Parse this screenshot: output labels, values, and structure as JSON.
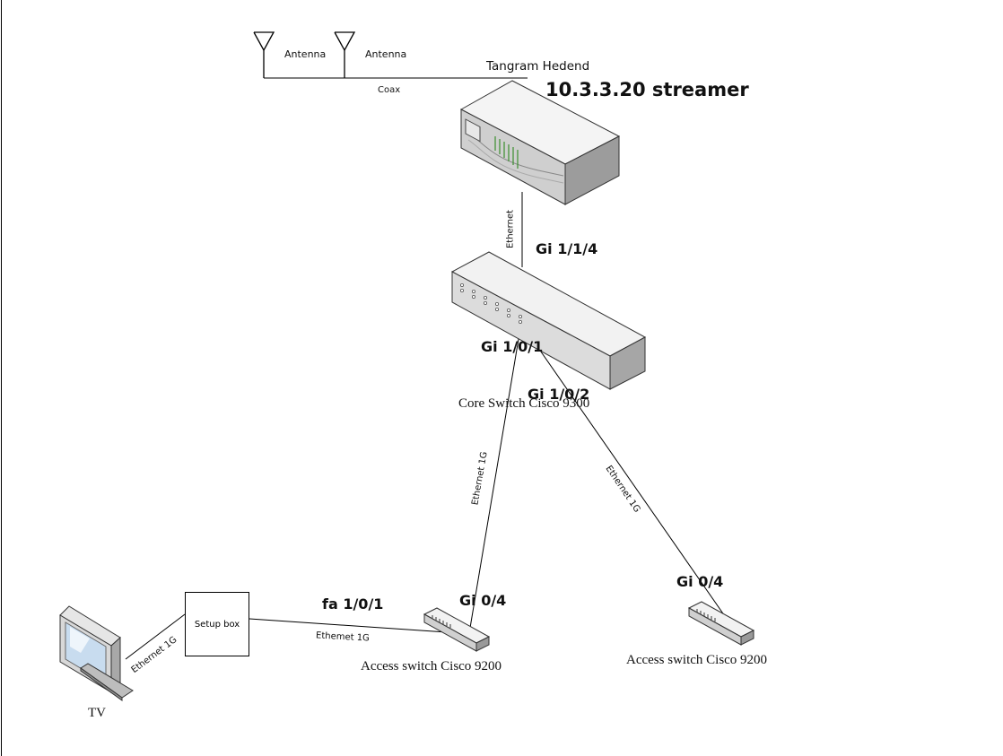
{
  "antennas": [
    {
      "label": "Antenna"
    },
    {
      "label": "Antenna"
    }
  ],
  "links": {
    "coax": "Coax",
    "streamer_core": "Ethernet",
    "core_access1": "Ethernet 1G",
    "core_access2": "Ethernet 1G",
    "setupbox_access1": "Ethemet 1G",
    "tv_setupbox": "Ethernet 1G"
  },
  "streamer": {
    "name": "Tangram Hedend",
    "address": "10.3.3.20 streamer"
  },
  "core_switch": {
    "name": "Core Switch Cisco 9300",
    "port_uplink": "Gi 1/1/4",
    "port_1": "Gi 1/0/1",
    "port_2": "Gi 1/0/2"
  },
  "access_switch_1": {
    "name": "Access switch Cisco 9200",
    "port_uplink": "Gi 0/4",
    "port_client": "fa 1/0/1"
  },
  "access_switch_2": {
    "name": "Access switch Cisco 9200",
    "port_uplink": "Gi 0/4"
  },
  "setup_box": {
    "label": "Setup box"
  },
  "tv": {
    "label": "TV"
  },
  "colors": {
    "line": "#000000",
    "led": "#3a8f2e",
    "device_light": "#f2f2f2",
    "device_dark": "#bcbcbc"
  }
}
